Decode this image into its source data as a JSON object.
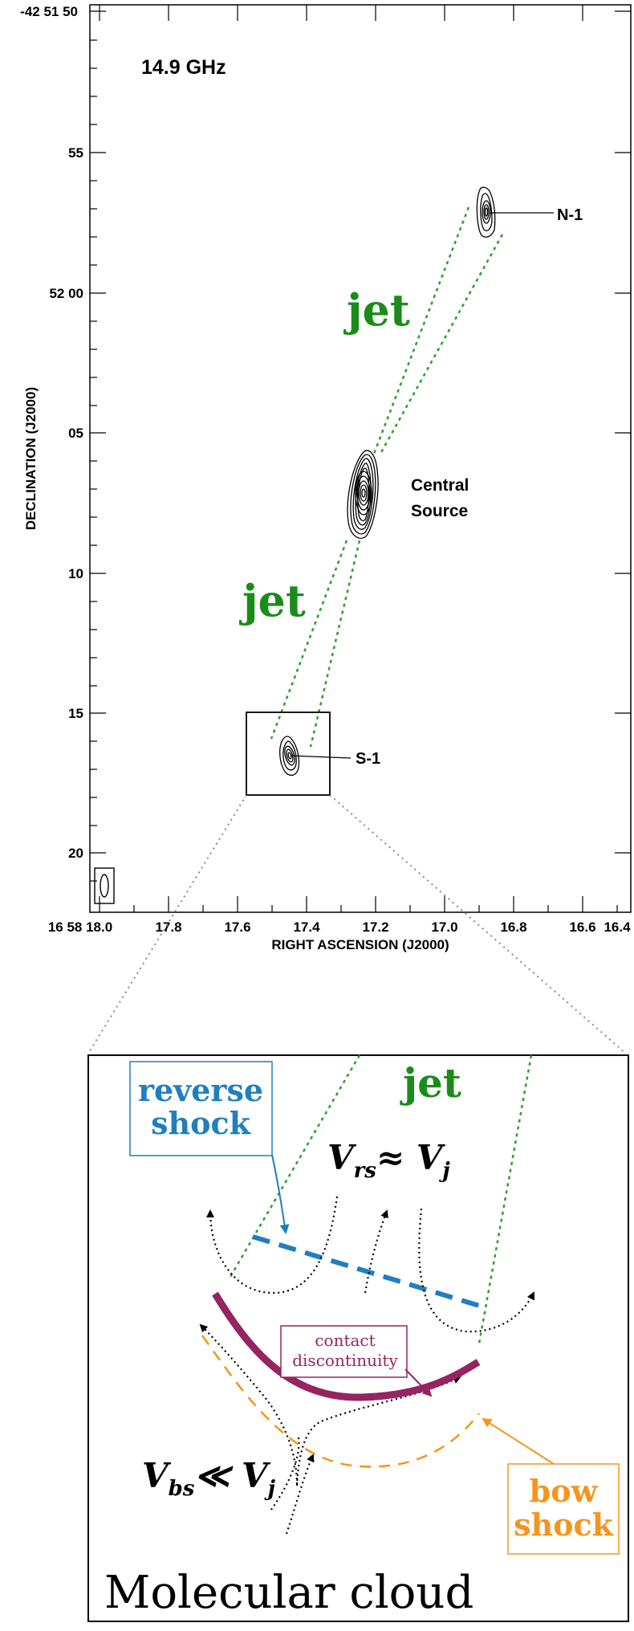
{
  "map": {
    "frequency_label": "14.9 GHz",
    "x_axis_label": "RIGHT ASCENSION (J2000)",
    "y_axis_label": "DECLINATION (J2000)",
    "x_ticks": [
      "16 58 18.0",
      "17.8",
      "17.6",
      "17.4",
      "17.2",
      "17.0",
      "16.8",
      "16.6",
      "16.4"
    ],
    "y_ticks": [
      "-42 51 50",
      "55",
      "52 00",
      "05",
      "10",
      "15",
      "20"
    ],
    "sources": {
      "north": "N-1",
      "central_line1": "Central",
      "central_line2": "Source",
      "south": "S-1"
    },
    "jet_upper": "jet",
    "jet_lower": "jet"
  },
  "inset": {
    "jet": "jet",
    "reverse_shock_line1": "reverse",
    "reverse_shock_line2": "shock",
    "v_rs_label": "V_rs ≈ V_j",
    "contact_line1": "contact",
    "contact_line2": "discontinuity",
    "v_bs_label": "V_bs ≪ V_j",
    "bow_shock_line1": "bow",
    "bow_shock_line2": "shock",
    "molecular_cloud": "Molecular cloud"
  },
  "colors": {
    "jet_green": "#1a8c1a",
    "reverse_blue": "#1f7fc0",
    "contact_purple": "#962461",
    "bow_orange": "#f7941d"
  }
}
